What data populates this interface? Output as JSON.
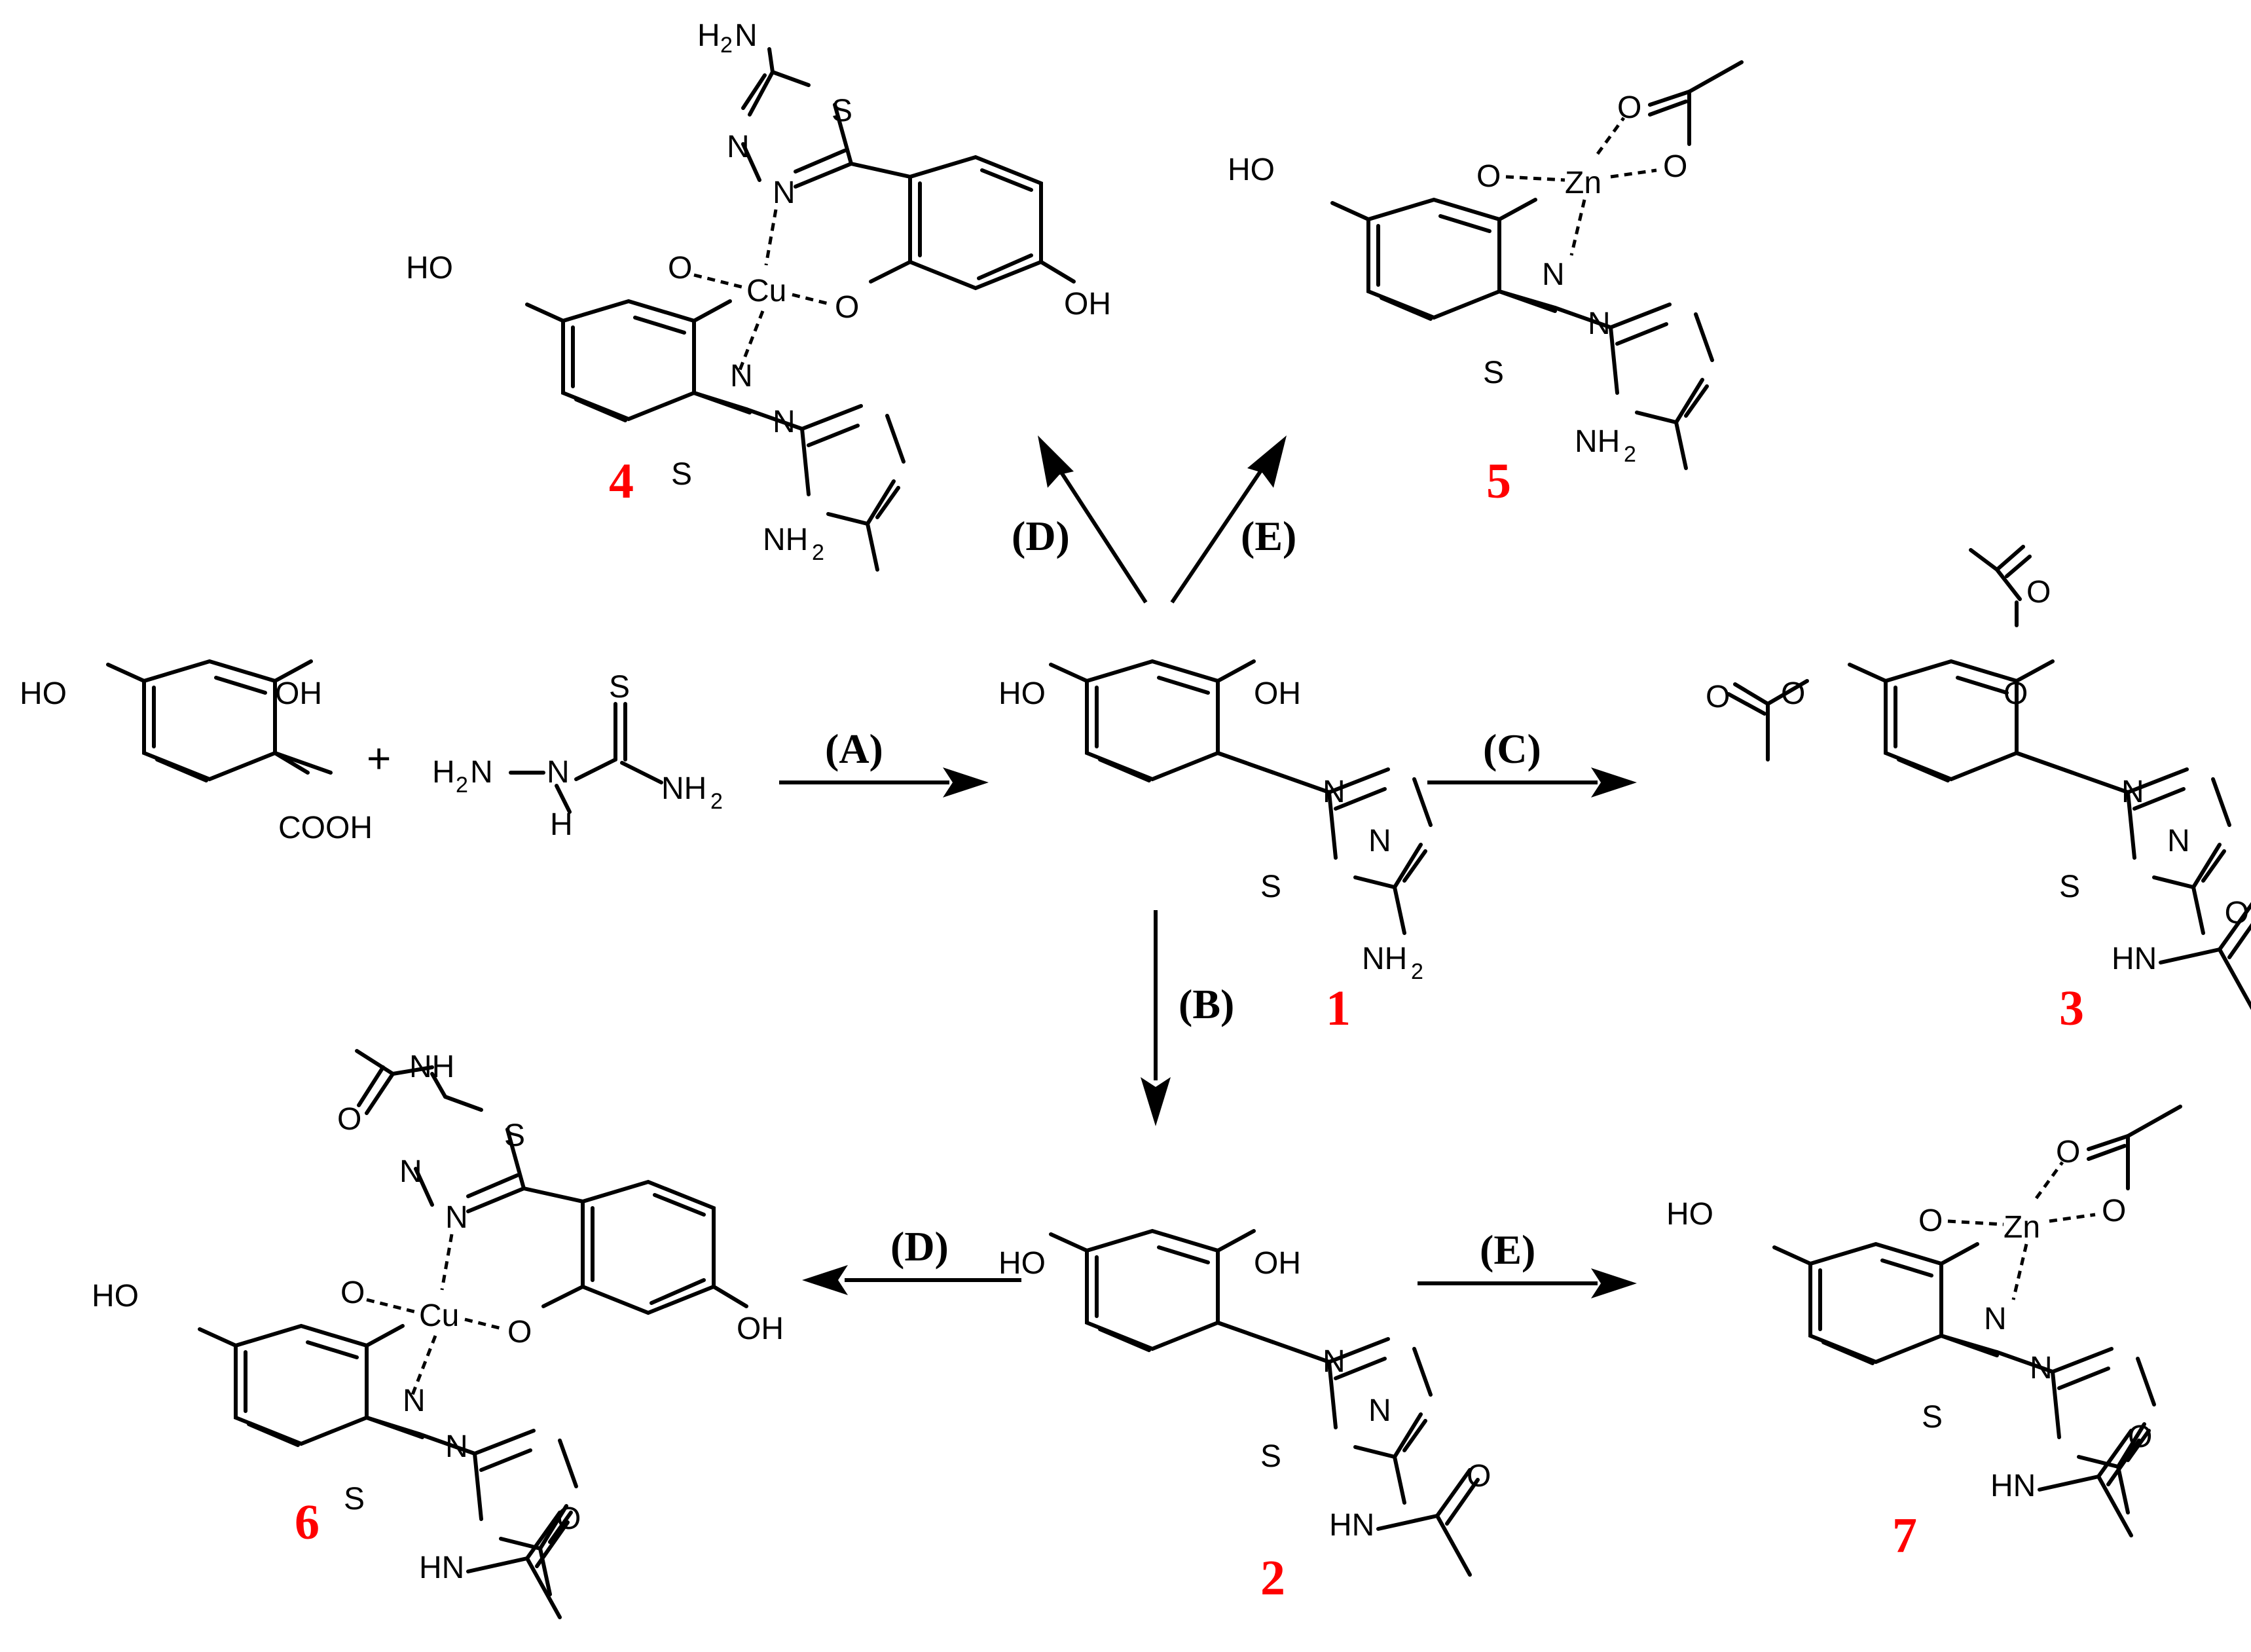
{
  "atoms": {
    "HO": "HO",
    "OH": "OH",
    "O": "O",
    "N": "N",
    "S": "S",
    "NH2": "NH",
    "H2N": "H",
    "HN": "HN",
    "NH": "NH",
    "H": "H",
    "two": "2",
    "COOH": "COOH",
    "Cu": "Cu",
    "Zn": "Zn",
    "plus": "+"
  },
  "compounds": [
    "1",
    "2",
    "3",
    "4",
    "5",
    "6",
    "7"
  ],
  "reactions": [
    "(A)",
    "(B)",
    "(C)",
    "(D)",
    "(E)",
    "(D)",
    "(E)"
  ],
  "colors": {
    "compound_number": "#ff0000",
    "ink": "#000000"
  }
}
